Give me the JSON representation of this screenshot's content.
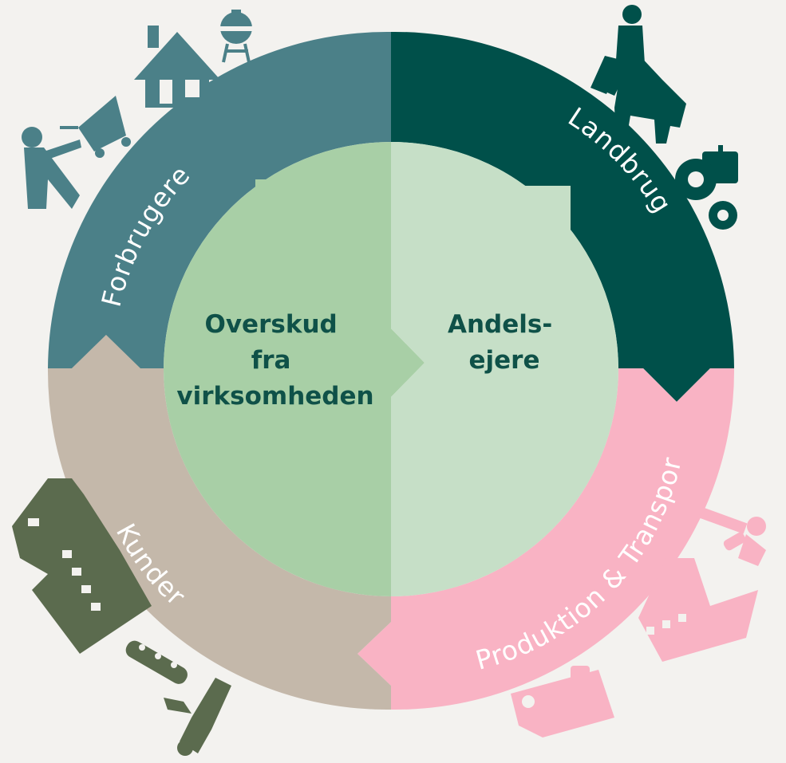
{
  "segments": [
    {
      "id": "forbrugere",
      "label": "Forbrugere",
      "color": "#4b8088"
    },
    {
      "id": "landbrug",
      "label": "Landbrug",
      "color": "#00504a"
    },
    {
      "id": "produktion",
      "label": "Produktion & Transport",
      "color": "#f9b3c4"
    },
    {
      "id": "kunder",
      "label": "Kunder",
      "color": "#c4b8aa"
    }
  ],
  "core": {
    "left": {
      "lines": [
        "Overskud",
        "fra",
        "virksomheden"
      ],
      "color": "#a8cfa6"
    },
    "right": {
      "lines": [
        "Andels-",
        "ejere"
      ],
      "color": "#c6dfc7"
    }
  },
  "icons": {
    "forbrugere": "#4b8088",
    "landbrug": "#00504a",
    "produktion": "#f9b3c4",
    "kunder": "#5b6b4e"
  }
}
